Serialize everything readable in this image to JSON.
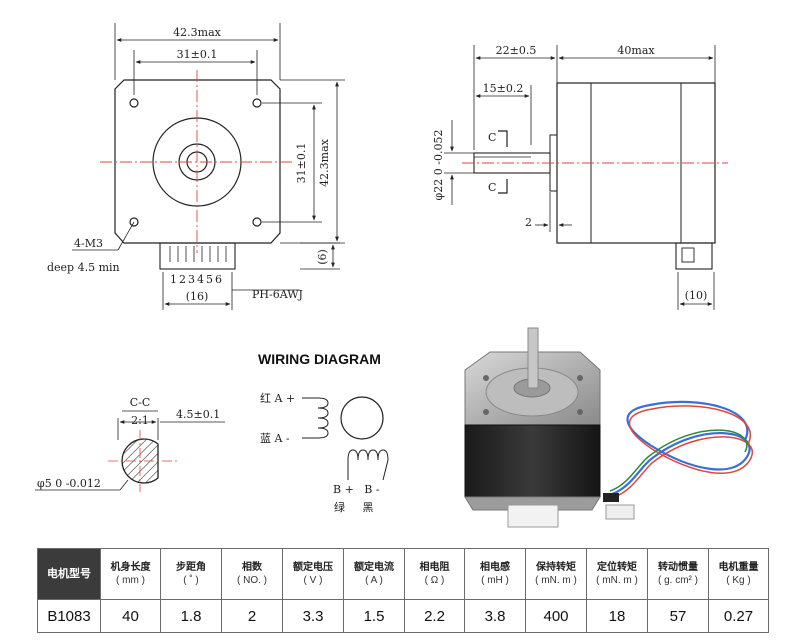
{
  "front_view": {
    "dim_top_outer": "42.3max",
    "dim_top_inner": "31±0.1",
    "dim_right_inner": "31±0.1",
    "dim_right_outer": "42.3max",
    "hole_label_1": "4-M3",
    "hole_label_2": "deep 4.5 min",
    "pin_numbers": "123456",
    "dim_connector": "(16)",
    "dim_connector_h": "(6)",
    "connector_label": "PH-6AWJ"
  },
  "side_view": {
    "dim_shaft": "22±0.5",
    "dim_body": "40max",
    "dim_flat": "15±0.2",
    "dim_shaft_dia": "φ22 0 -0.052",
    "section_mark_top": "C",
    "section_mark_bottom": "C",
    "dim_boss": "2",
    "dim_connector_depth": "(10)"
  },
  "section": {
    "title_line1": "C-C",
    "title_line2": "2:1",
    "dim_flat": "4.5±0.1",
    "dim_dia": "φ5 0 -0.012"
  },
  "wiring": {
    "title": "WIRING DIAGRAM",
    "a_plus": "红 A +",
    "a_minus": "蓝 A -",
    "b_labels": "B +   B -",
    "b_colors": "绿     黑"
  },
  "colors": {
    "centerline": "#e0463c",
    "header_dark": "#3b3b3b",
    "line": "#222222"
  },
  "spec_table": {
    "headers": [
      {
        "title": "电机型号",
        "sub": ""
      },
      {
        "title": "机身长度",
        "sub": "( mm )"
      },
      {
        "title": "步距角",
        "sub": "( ˚ )"
      },
      {
        "title": "相数",
        "sub": "( NO. )"
      },
      {
        "title": "额定电压",
        "sub": "( V )"
      },
      {
        "title": "额定电流",
        "sub": "( A )"
      },
      {
        "title": "相电阻",
        "sub": "( Ω )"
      },
      {
        "title": "相电感",
        "sub": "( mH )"
      },
      {
        "title": "保持转矩",
        "sub": "( mN. m )"
      },
      {
        "title": "定位转矩",
        "sub": "( mN. m )"
      },
      {
        "title": "转动惯量",
        "sub": "( g. cm² )"
      },
      {
        "title": "电机重量",
        "sub": "( Kg )"
      }
    ],
    "row": [
      "B1083",
      "40",
      "1.8",
      "2",
      "3.3",
      "1.5",
      "2.2",
      "3.8",
      "400",
      "18",
      "57",
      "0.27"
    ]
  }
}
